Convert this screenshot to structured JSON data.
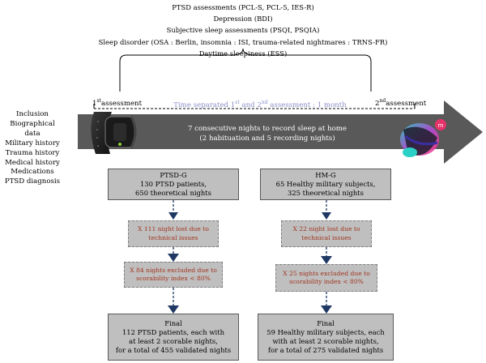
{
  "assessments": [
    "PTSD assessments (PCL-S, PCL-5, IES-R)",
    "Depression (BDI)",
    "Subjective sleep assessments (PSQI, PSQIA)",
    "Sleep disorder (OSA : Berlin, insomnia : ISI, trauma-related nightmares : TRNS-FR)",
    "Daytime sleepiness (ESS)"
  ],
  "inclusion": [
    "Inclusion",
    "Biographical data",
    "Military history",
    "Trauma history",
    "Medical history",
    "Medications",
    "PTSD diagnosis"
  ],
  "timeline": {
    "first_assessment": {
      "num": "1",
      "sup": "st",
      "text": "assessment"
    },
    "second_assessment": {
      "num": "2",
      "sup": "nd",
      "text": "assessment"
    },
    "time_separated": {
      "a": "Time separated 1",
      "sup1": "st",
      "b": " and 2",
      "sup2": "nd",
      "c": " assessment : 1 month"
    },
    "arrow_line1": "7 consecutive nights to record sleep at home",
    "arrow_line2": "(2 habituation and 5 recording nights)"
  },
  "ptsd_group": {
    "header": [
      "PTSD-G",
      "130 PTSD patients,",
      "650 theoretical nights"
    ],
    "lost": [
      "X 111 night lost due to",
      "technical issues"
    ],
    "excluded": [
      "X 84 nights excluded due to",
      "scorability index < 80%"
    ],
    "final": [
      "Final",
      "112 PTSD patients, each with",
      "at least 2 scorable nights,",
      "for a total of 455 validated nights"
    ]
  },
  "hm_group": {
    "header": [
      "HM-G",
      "65 Healthy military subjects,",
      "325 theoretical nights"
    ],
    "lost": [
      "X 22 night lost due to",
      "technical issues"
    ],
    "excluded": [
      "X 25 nights excluded due to",
      "scorability index < 80%"
    ],
    "final": [
      "Final",
      "59 Healthy military subjects, each",
      "with at least 2 scorable nights,",
      "for a total of 275 validated nights"
    ]
  },
  "colors": {
    "arrow": "#595959",
    "box_fill": "#bfbfbf",
    "excluded_text": "#a0341e",
    "time_text": "#8c8ec8",
    "connector": "#1f3864"
  }
}
